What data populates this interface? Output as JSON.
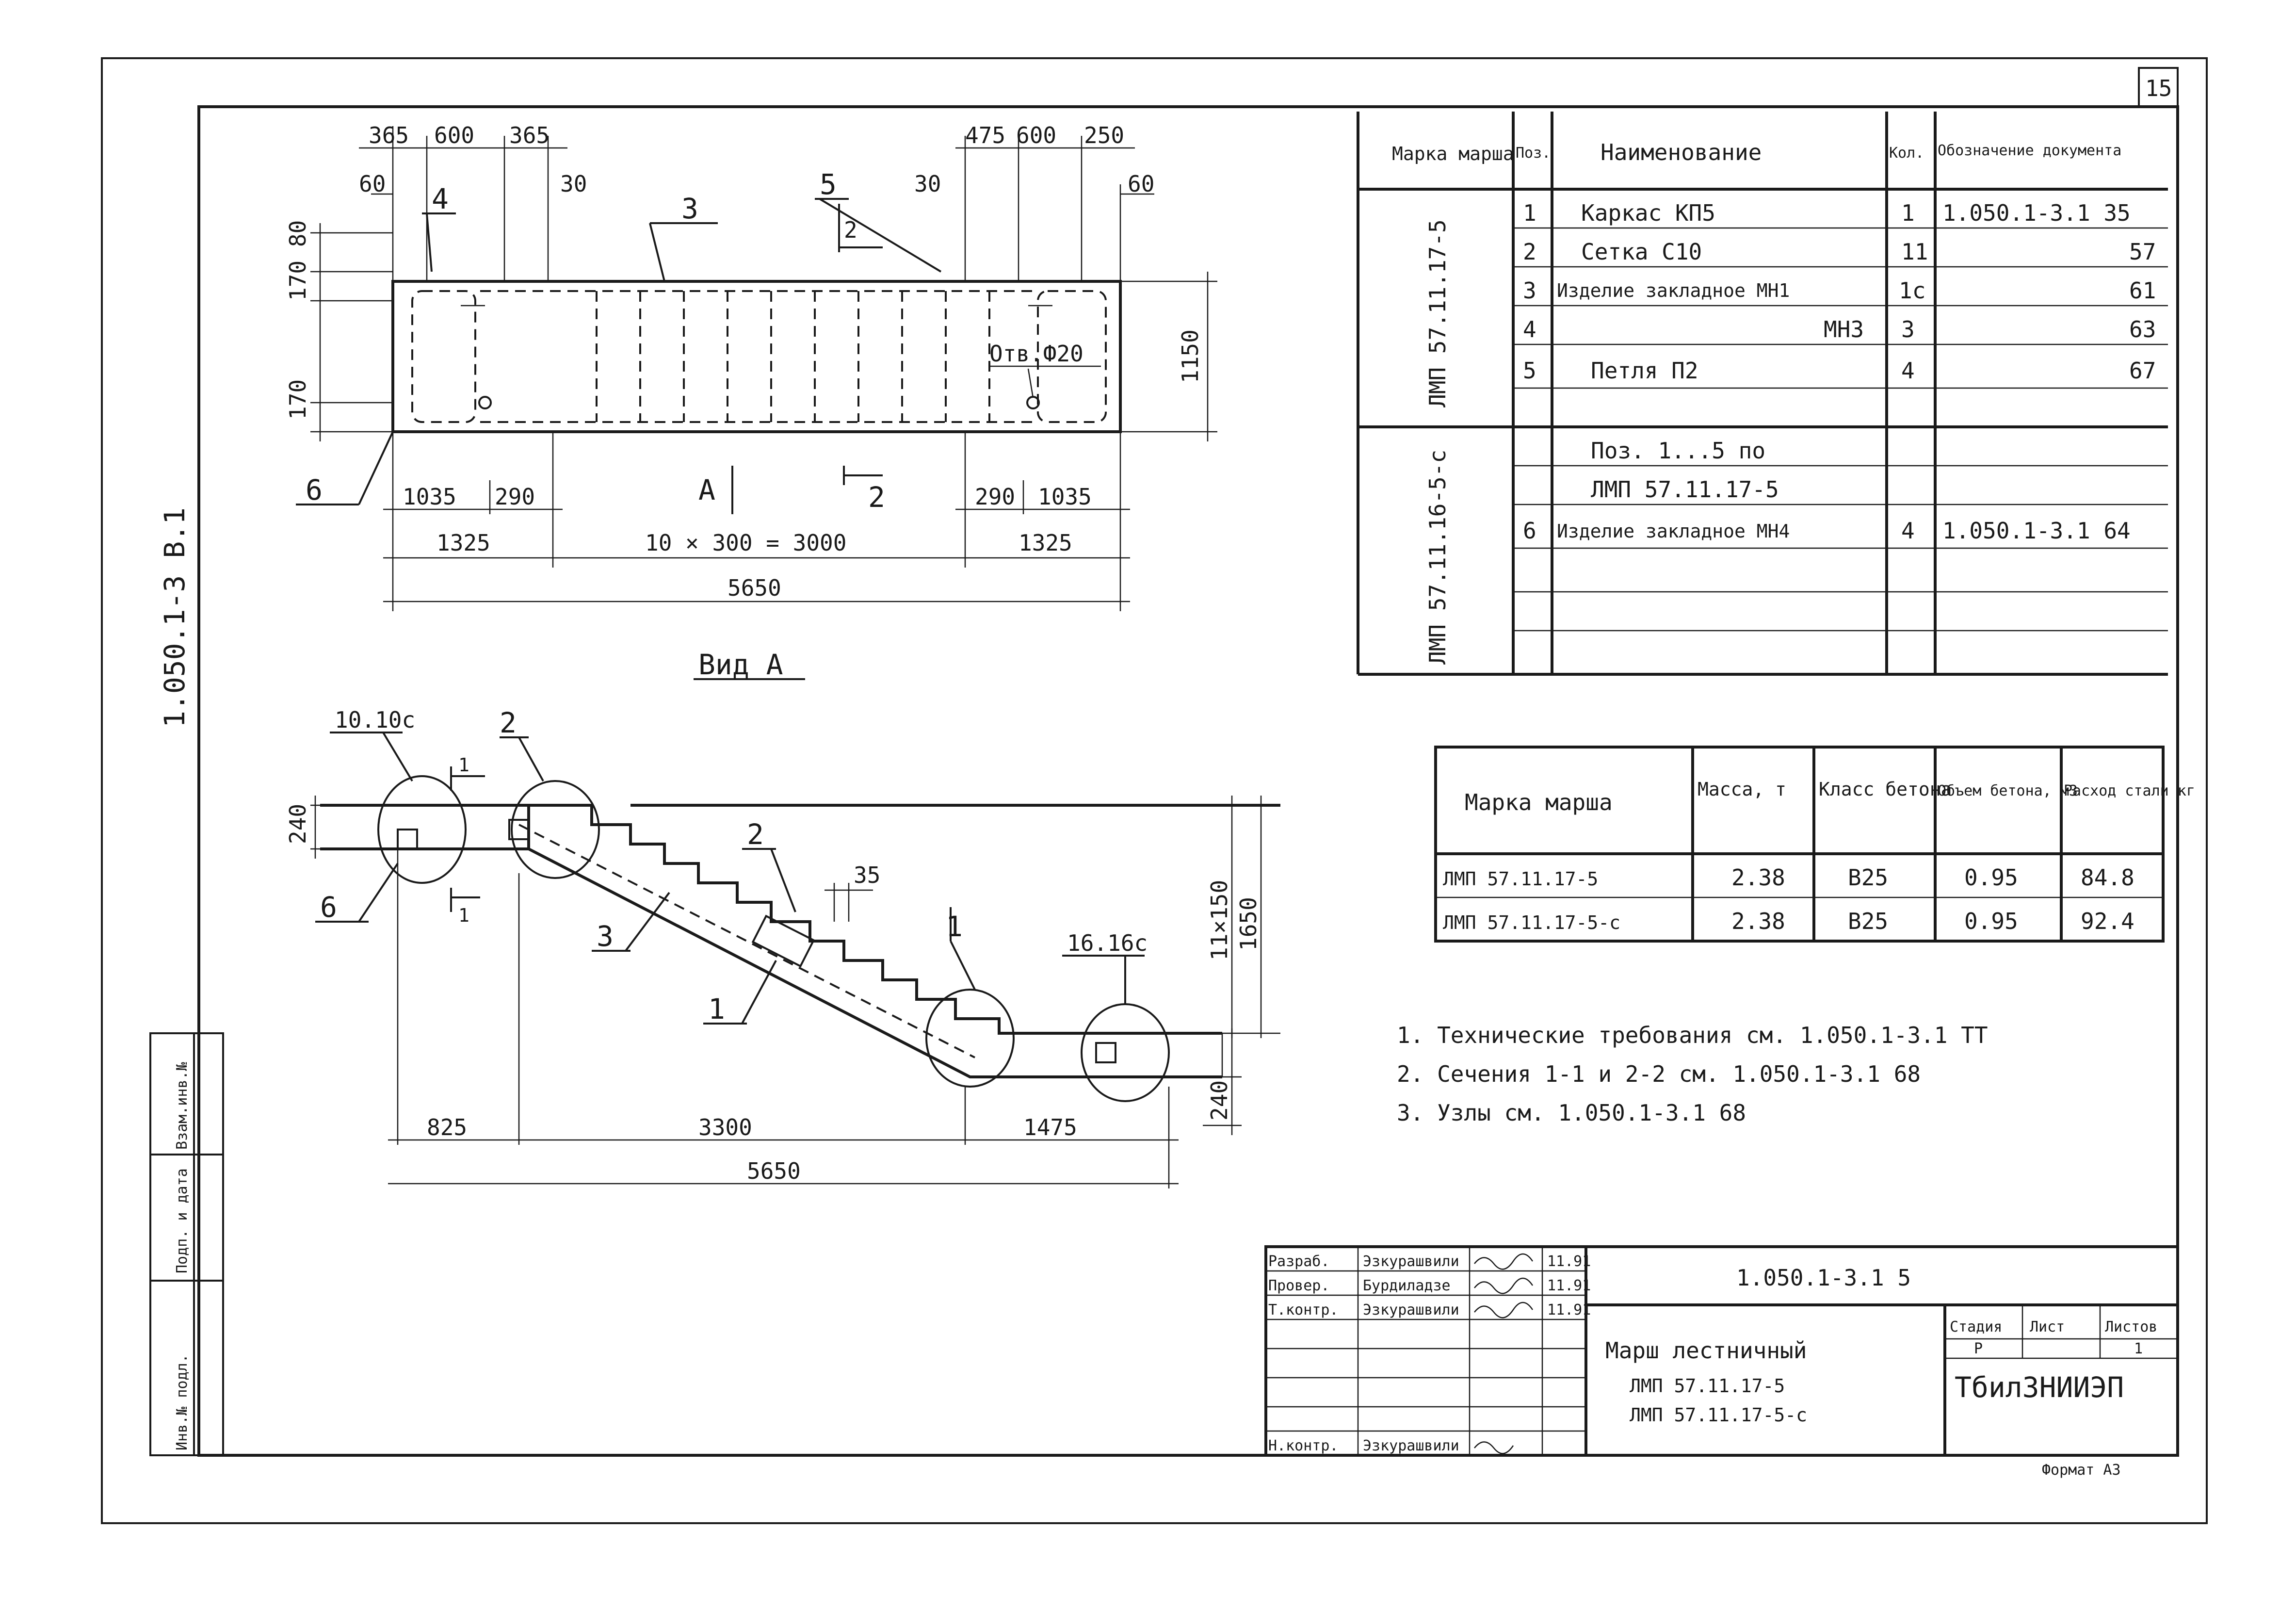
{
  "sheet_number": "15",
  "side_code": "1.050.1-3 В.1",
  "plan": {
    "dims_top_left": [
      "365",
      "600",
      "365"
    ],
    "dims_top_right": [
      "475",
      "600",
      "250"
    ],
    "edge_60_left": "60",
    "edge_30_left": "30",
    "edge_30_right": "30",
    "edge_60_right": "60",
    "vertical_left_top": "170 80",
    "vertical_left_bottom": "170",
    "height": "1150",
    "hole_label": "Отв.Ф20",
    "section_mark": "2",
    "view_mark": "А",
    "dims_bottom_1": [
      "1035",
      "290",
      "290",
      "1035"
    ],
    "dims_bottom_2": [
      "1325",
      "10 × 300 = 3000",
      "1325"
    ],
    "total": "5650",
    "leaders": [
      "4",
      "3",
      "5",
      "6"
    ]
  },
  "view_title": "Вид А",
  "elevation": {
    "node_left": "10.10с",
    "node_mid": "2",
    "node_right": "16.16с",
    "leaders": [
      "6",
      "3",
      "1",
      "2",
      "1"
    ],
    "dim_35": "35",
    "dim_240_top": "240",
    "dim_240_bottom": "240",
    "dim_steps": "11×150",
    "dim_height": "1650",
    "section_mark": "1",
    "dims_bottom": [
      "825",
      "3300",
      "1475"
    ],
    "total": "5650"
  },
  "spec_table": {
    "headers": [
      "Марка марша",
      "Поз.",
      "Наименование",
      "Кол.",
      "Обозначение документа"
    ],
    "group1_mark": "ЛМП 57.11.17-5",
    "group2_mark": "ЛМП 57.11.16-5-с",
    "rows": [
      {
        "pos": "1",
        "name": "Каркас КП5",
        "qty": "1",
        "doc": "1.050.1-3.1 35"
      },
      {
        "pos": "2",
        "name": "Сетка С10",
        "qty": "11",
        "doc": "57"
      },
      {
        "pos": "3",
        "name": "Изделие закладное МН1",
        "qty": "1с",
        "doc": "61"
      },
      {
        "pos": "4",
        "name": "МН3",
        "qty": "3",
        "doc": "63"
      },
      {
        "pos": "5",
        "name": "Петля П2",
        "qty": "4",
        "doc": "67"
      },
      {
        "pos": "",
        "name": "",
        "qty": "",
        "doc": ""
      },
      {
        "pos": "",
        "name": "Поз. 1...5 по",
        "qty": "",
        "doc": ""
      },
      {
        "pos": "",
        "name": "ЛМП 57.11.17-5",
        "qty": "",
        "doc": ""
      },
      {
        "pos": "6",
        "name": "Изделие закладное МН4",
        "qty": "4",
        "doc": "1.050.1-3.1 64"
      },
      {
        "pos": "",
        "name": "",
        "qty": "",
        "doc": ""
      },
      {
        "pos": "",
        "name": "",
        "qty": "",
        "doc": ""
      },
      {
        "pos": "",
        "name": "",
        "qty": "",
        "doc": ""
      }
    ]
  },
  "mass_table": {
    "headers": [
      "Марка марша",
      "Масса, т",
      "Класс бетона",
      "Объем бетона, м3",
      "Расход стали кг"
    ],
    "rows": [
      [
        "ЛМП 57.11.17-5",
        "2.38",
        "В25",
        "0.95",
        "84.8"
      ],
      [
        "ЛМП 57.11.17-5-с",
        "2.38",
        "В25",
        "0.95",
        "92.4"
      ]
    ]
  },
  "notes": [
    "1. Технические требования см. 1.050.1-3.1 ТТ",
    "2. Сечения 1-1 и 2-2 см. 1.050.1-3.1 68",
    "3. Узлы см. 1.050.1-3.1 68"
  ],
  "title_block": {
    "code": "1.050.1-3.1 5",
    "title_lines": [
      "Марш лестничный",
      "ЛМП 57.11.17-5",
      "ЛМП 57.11.17-5-с"
    ],
    "org": "ТбилЗНИИЭП",
    "stage_header": [
      "Стадия",
      "Лист",
      "Листов"
    ],
    "stage_values": [
      "Р",
      "",
      "1"
    ],
    "signers": [
      {
        "role": "Разраб.",
        "name": "Эзкурашвили",
        "date": "11.91"
      },
      {
        "role": "Провер.",
        "name": "Бурдиладзе",
        "date": "11.91"
      },
      {
        "role": "Т.контр.",
        "name": "Эзкурашвили",
        "date": "11.91"
      },
      {
        "role": "",
        "name": "",
        "date": ""
      },
      {
        "role": "",
        "name": "",
        "date": ""
      },
      {
        "role": "Н.контр.",
        "name": "Эзкурашвили",
        "date": ""
      }
    ],
    "format": "Формат А3"
  },
  "left_stamp": [
    "Инв.№ подл.",
    "Подп. и дата",
    "Взам.инв.№"
  ]
}
